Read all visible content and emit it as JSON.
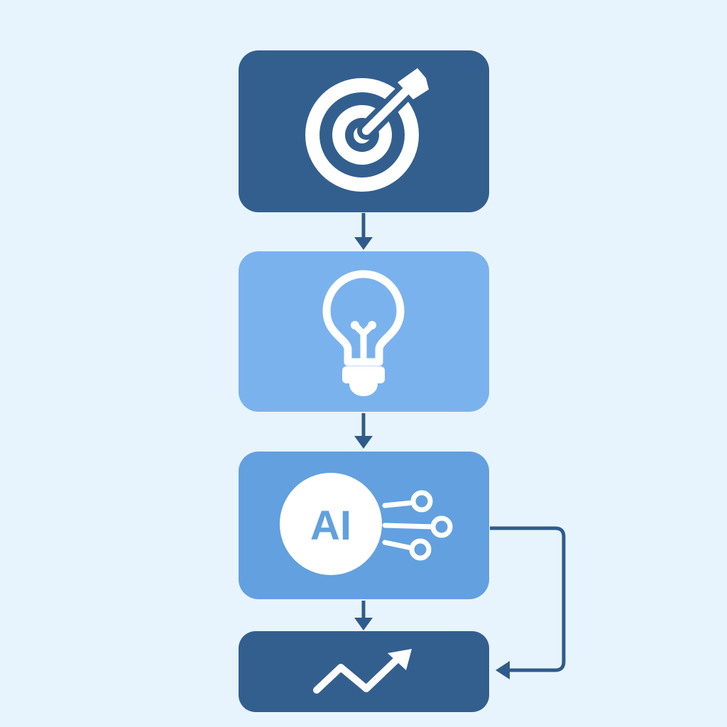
{
  "colors": {
    "background": "#e8f4fd",
    "dark_blue": "#335f8f",
    "light_blue": "#7ab2ee",
    "mid_blue": "#62a0df",
    "icon_white": "#ffffff",
    "connector": "#2f5b8c"
  },
  "steps": [
    {
      "id": "goal",
      "icon": "target-icon",
      "fill": "dark_blue"
    },
    {
      "id": "idea",
      "icon": "lightbulb-icon",
      "fill": "light_blue"
    },
    {
      "id": "ai",
      "icon": "ai-network-icon",
      "fill": "mid_blue",
      "icon_text": "AI"
    },
    {
      "id": "growth",
      "icon": "trend-up-icon",
      "fill": "dark_blue"
    }
  ]
}
